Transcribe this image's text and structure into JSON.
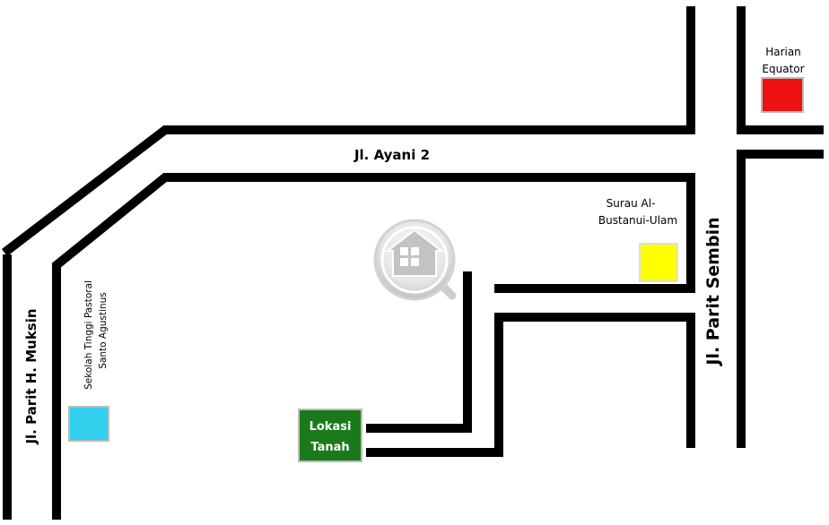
{
  "streets": {
    "ayani": "Jl. Ayani 2",
    "parit_sembin": "Jl. Parit Sembin",
    "parit_muksin": "Jl. Parit H. Muksin"
  },
  "landmarks": {
    "harian_equator": {
      "line1": "Harian",
      "line2": "Equator",
      "color": "#ee1111"
    },
    "surau": {
      "line1": "Surau Al-",
      "line2": "Bustanui-Ulam",
      "color": "#ffff00"
    },
    "sekolah": {
      "line1": "Sekolah Tinggi Pastoral",
      "line2": "Santo Agustinus",
      "color": "#33d0ee"
    },
    "lokasi": {
      "line1": "Lokasi",
      "line2": "Tanah",
      "color": "#1a7a1a"
    }
  },
  "icons": {
    "watermark": "house-magnifier-icon"
  },
  "colors": {
    "road": "#000000",
    "background": "#ffffff"
  }
}
